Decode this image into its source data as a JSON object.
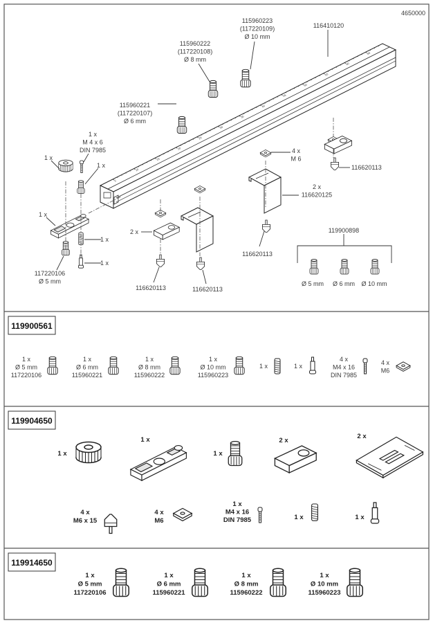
{
  "doc_number": "4650000",
  "exploded_view": {
    "callouts": {
      "cap_10mm": [
        "115960223",
        "(117220109)",
        "Ø 10 mm"
      ],
      "rail": [
        "116410120"
      ],
      "cap_8mm": [
        "115960222",
        "(117220108)",
        "Ø 8 mm"
      ],
      "cap_6mm": [
        "115960221",
        "(117220107)",
        "Ø 6 mm"
      ],
      "screw": [
        "1 x",
        "M 4 x 6",
        "DIN 7985"
      ],
      "knob": [
        "1 x"
      ],
      "cap": [
        "1 x"
      ],
      "slider": [
        "1 x"
      ],
      "spring": [
        "1 x"
      ],
      "pin": [
        "1 x"
      ],
      "cap_5mm": [
        "117220106",
        "Ø 5 mm"
      ],
      "nuts": [
        "4 x",
        "M 6"
      ],
      "foot_right": [
        "116620113"
      ],
      "bracket": [
        "2 x",
        "116620125"
      ],
      "block": [
        "2 x"
      ],
      "foot_a": [
        "116620113"
      ],
      "foot_b": [
        "116620113"
      ],
      "foot_c": [
        "116620113"
      ]
    },
    "set": {
      "part_number": "119900898",
      "items": [
        "Ø 5 mm",
        "Ø 6 mm",
        "Ø 10 mm"
      ]
    },
    "rail_scale": [
      "5",
      "10",
      "15",
      "20",
      "25",
      "30",
      "35",
      "40",
      "45",
      "50",
      "55",
      "60",
      "65"
    ]
  },
  "kits": [
    {
      "part_number": "119900561",
      "items": [
        [
          "1 x",
          "Ø 5 mm",
          "117220106"
        ],
        [
          "1 x",
          "Ø 6 mm",
          "115960221"
        ],
        [
          "1 x",
          "Ø 8 mm",
          "115960222"
        ],
        [
          "1 x",
          "Ø 10 mm",
          "115960223"
        ],
        [
          "1 x"
        ],
        [
          "1 x"
        ],
        [
          "4 x",
          "M4 x 16",
          "DIN 7985"
        ],
        [
          "4 x",
          "M6"
        ]
      ]
    },
    {
      "part_number": "119904650",
      "items": [
        [
          "1 x"
        ],
        [
          "1 x"
        ],
        [
          "1 x"
        ],
        [
          "2 x"
        ],
        [
          "2 x"
        ],
        [
          "4 x",
          "M6 x 15"
        ],
        [
          "4 x",
          "M6"
        ],
        [
          "1 x",
          "M4 x 16",
          "DIN 7985"
        ],
        [
          "1 x"
        ],
        [
          "1 x"
        ]
      ]
    },
    {
      "part_number": "119914650",
      "items": [
        [
          "1 x",
          "Ø 5 mm",
          "117220106"
        ],
        [
          "1 x",
          "Ø 6 mm",
          "115960221"
        ],
        [
          "1 x",
          "Ø 8 mm",
          "115960222"
        ],
        [
          "1 x",
          "Ø 10 mm",
          "115960223"
        ]
      ]
    }
  ]
}
